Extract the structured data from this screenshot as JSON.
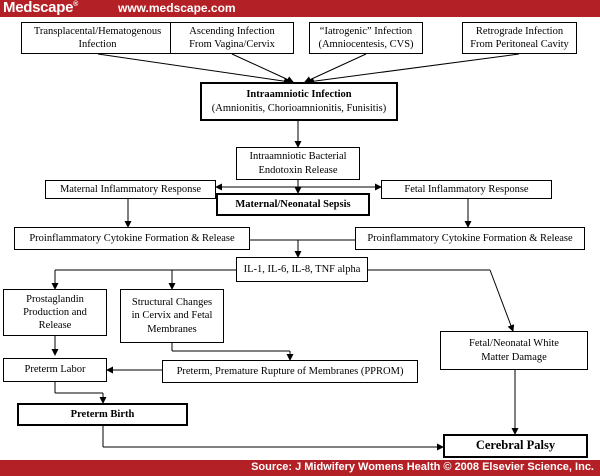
{
  "header": {
    "logo": "Medscape",
    "logo_mark": "®",
    "url": "www.medscape.com"
  },
  "footer": {
    "source": "Source: J Midwifery Womens Health © 2008 Elsevier Science, Inc."
  },
  "nodes": {
    "transplacental": "Transplacental/Hematogenous\nInfection",
    "ascending": "Ascending Infection\nFrom Vagina/Cervix",
    "iatrogenic": "“Iatrogenic” Infection\n(Amniocentesis, CVS)",
    "retrograde": "Retrograde Infection\nFrom Peritoneal Cavity",
    "intraamniotic_title": "Intraamniotic Infection",
    "intraamniotic_sub": "(Amnionitis, Chorioamnionitis, Funisitis)",
    "endotoxin": "Intraamniotic Bacterial\nEndotoxin Release",
    "maternal_inflam": "Maternal Inflammatory Response",
    "sepsis": "Maternal/Neonatal Sepsis",
    "fetal_inflam": "Fetal Inflammatory Response",
    "cytokine_left": "Proinflammatory Cytokine Formation & Release",
    "cytokine_right": "Proinflammatory Cytokine Formation & Release",
    "interleukins": "IL-1, IL-6, IL-8, TNF alpha",
    "prostaglandin": "Prostaglandin\nProduction and\nRelease",
    "structural": "Structural Changes\nin Cervix and Fetal\nMembranes",
    "white_matter": "Fetal/Neonatal White\nMatter Damage",
    "preterm_labor": "Preterm Labor",
    "pprom": "Preterm, Premature Rupture of Membranes (PPROM)",
    "preterm_birth": "Preterm Birth",
    "cerebral_palsy": "Cerebral Palsy"
  }
}
